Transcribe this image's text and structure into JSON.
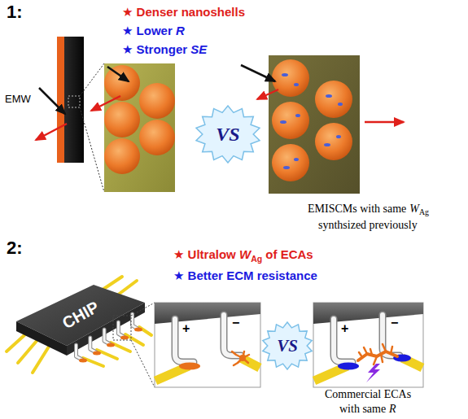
{
  "diagram": {
    "nodes": [
      {
        "text": [
          "VS"
        ]
      },
      {
        "text": [
          "CHIP"
        ]
      },
      {
        "text": [
          "VS"
        ]
      }
    ],
    "labels": [
      "1:",
      "★ Denser nanoshells",
      "★ Lower",
      "R",
      "★ Stronger",
      "SE",
      "EMW",
      "EMISCMs with same",
      "W",
      "Ag",
      "synthsized previously",
      "2:",
      "★ Ultralow",
      "W",
      "Ag",
      "of ECAs",
      "★ Better ECM resistance",
      "+",
      "−",
      "+",
      "−",
      "Commercial ECAs",
      "with same",
      "R"
    ]
  }
}
